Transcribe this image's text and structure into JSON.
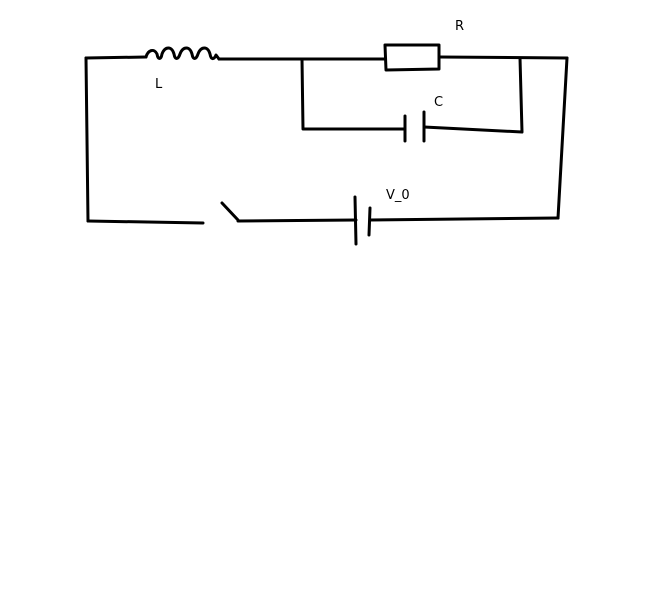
{
  "components": {
    "inductor": {
      "label": "L"
    },
    "resistor": {
      "label": "R"
    },
    "capacitor": {
      "label": "C"
    },
    "source": {
      "label": "V_0"
    }
  },
  "colors": {
    "stroke": "#000000",
    "background": "#ffffff"
  }
}
